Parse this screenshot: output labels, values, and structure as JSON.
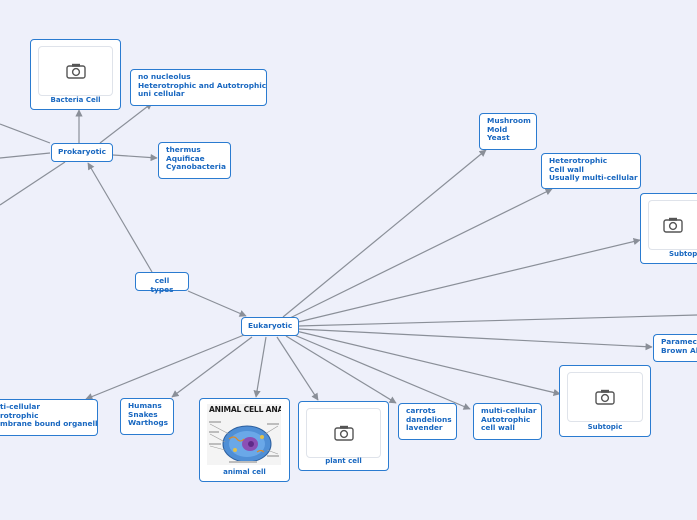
{
  "nodes": {
    "prokaryotic": "Prokaryotic",
    "eukaryotic": "Eukaryotic",
    "cell_types": "cell types",
    "bacteria": {
      "caption": "Bacteria Cell",
      "icon": "camera-icon"
    },
    "prok_nucleolus": [
      "no nucleolus",
      "Heterotrophic and Autotrophic",
      "uni cellular"
    ],
    "prok_thermus": [
      "thermus",
      "Aquificae",
      "Cyanobacteria"
    ],
    "mushroom": [
      "Mushroom",
      "Mold",
      "Yeast"
    ],
    "fungi_traits": [
      "Heterotrophic",
      "Cell wall",
      "Usually multi-cellular"
    ],
    "subtopic_right": {
      "caption": "Subtopic",
      "icon": "camera-icon"
    },
    "paramecium": [
      "Paramecium",
      "Brown Al"
    ],
    "multi_left": [
      "ti-cellular",
      "rotrophic",
      "mbrane bound organelle"
    ],
    "humans": [
      "Humans",
      "Snakes",
      "Warthogs"
    ],
    "animal_cell": {
      "caption": "animal cell",
      "image_title": "ANIMAL CELL ANATO"
    },
    "plant_cell": {
      "caption": "plant cell",
      "icon": "camera-icon"
    },
    "carrots": [
      "carrots",
      "dandelions",
      "lavender"
    ],
    "plant_traits": [
      "multi-cellular",
      "Autotrophic",
      "cell wall"
    ],
    "subtopic_bottom": {
      "caption": "Subtopic",
      "icon": "camera-icon"
    }
  },
  "colors": {
    "border": "#2a7bd0",
    "text": "#1867c0",
    "link": "#8a8f98",
    "background": "#eef0fa"
  }
}
